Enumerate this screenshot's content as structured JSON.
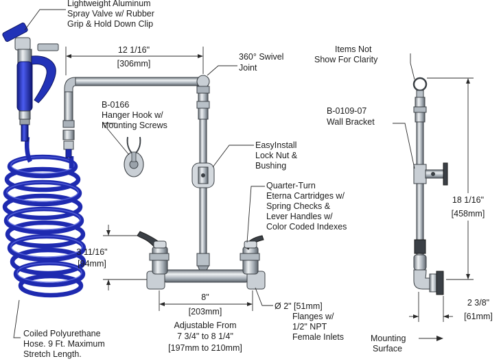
{
  "labels": {
    "spray_valve": [
      "Lightweight Aluminum",
      "Spray Valve w/ Rubber",
      "Grip & Hold Down Clip"
    ],
    "swivel": [
      "360° Swivel",
      "Joint"
    ],
    "hanger": [
      "B-0166",
      "Hanger Hook w/",
      "Mounting Screws"
    ],
    "lock_nut": [
      "EasyInstall",
      "Lock Nut &",
      "Bushing"
    ],
    "cartridges": [
      "Quarter-Turn",
      "Eterna Cartridges w/",
      "Spring Checks &",
      "Lever Handles w/",
      "Color Coded Indexes"
    ],
    "hose": [
      "Coiled Polyurethane",
      "Hose. 9 Ft. Maximum",
      "Stretch Length."
    ],
    "flanges": [
      "Ø 2\" [51mm]",
      "Flanges w/",
      "1/2\" NPT",
      "Female Inlets"
    ],
    "items_not_shown": [
      "Items Not",
      "Show For Clarity"
    ],
    "wall_bracket": [
      "B-0109-07",
      "Wall Bracket"
    ],
    "mounting_surface": [
      "Mounting",
      "Surface"
    ]
  },
  "dimensions": {
    "arm_width": [
      "12 1/16\"",
      "[306mm]"
    ],
    "handle_height": [
      "3 11/16\"",
      "[94mm]"
    ],
    "centers": [
      "8\"",
      "[203mm]"
    ],
    "adjustable": [
      "Adjustable From",
      "7 3/4\" to 8 1/4\"",
      "[197mm to 210mm]"
    ],
    "overall_height": [
      "18 1/16\"",
      "[458mm]"
    ],
    "projection": [
      "2 3/8\"",
      "[61mm]"
    ]
  }
}
